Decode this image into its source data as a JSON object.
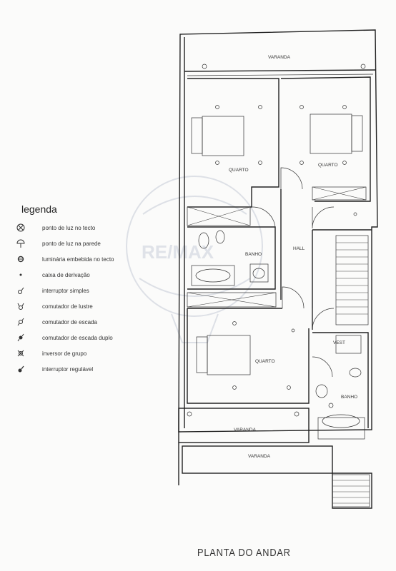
{
  "legend": {
    "title": "legenda",
    "items": [
      {
        "icon": "ceiling-light-icon",
        "label": "ponto de luz no tecto"
      },
      {
        "icon": "wall-light-icon",
        "label": "ponto de luz na parede"
      },
      {
        "icon": "recessed-light-icon",
        "label": "luminária embebida no tecto"
      },
      {
        "icon": "junction-box-icon",
        "label": "caixa de derivação"
      },
      {
        "icon": "simple-switch-icon",
        "label": "interruptor simples"
      },
      {
        "icon": "chandelier-switch-icon",
        "label": "comutador de lustre"
      },
      {
        "icon": "stair-switch-icon",
        "label": "comutador de escada"
      },
      {
        "icon": "double-stair-switch-icon",
        "label": "comutador de escada duplo"
      },
      {
        "icon": "group-inverter-icon",
        "label": "inversor de grupo"
      },
      {
        "icon": "dimmer-switch-icon",
        "label": "interruptor regulável"
      }
    ]
  },
  "rooms": {
    "varanda_top": "VARANDA",
    "quarto_left": "QUARTO",
    "quarto_right": "QUARTO",
    "banho_upper": "BANHO",
    "hall": "HALL",
    "quarto_lower": "QUARTO",
    "vest": "VEST",
    "banho_lower": "BANHO",
    "varanda_middle": "VARANDA",
    "varanda_bottom": "VARANDA"
  },
  "watermark": "RE/MAX",
  "footer": {
    "title": "PLANTA DO ANDAR"
  }
}
